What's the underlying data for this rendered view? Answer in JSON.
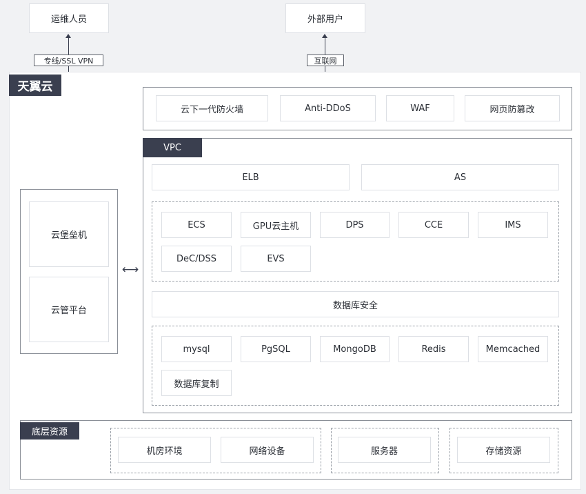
{
  "top_nodes": {
    "ops": "运维人员",
    "users": "外部用户"
  },
  "connections": {
    "vpn": "专线/SSL VPN",
    "internet": "互联网",
    "bidirectional": "⟷"
  },
  "cloud": {
    "title": "天翼云"
  },
  "edge_security": [
    "云下一代防火墙",
    "Anti-DDoS",
    "WAF",
    "网页防篡改"
  ],
  "management": [
    "云堡垒机",
    "云管平台"
  ],
  "vpc": {
    "title": "VPC",
    "lb": [
      "ELB",
      "AS"
    ],
    "compute": [
      "ECS",
      "GPU云主机",
      "DPS",
      "CCE",
      "IMS",
      "DeC/DSS",
      "EVS"
    ],
    "db_security": "数据库安全",
    "databases": [
      "mysql",
      "PgSQL",
      "MongoDB",
      "Redis",
      "Memcached",
      "数据库复制"
    ]
  },
  "infra": {
    "title": "底层资源",
    "group1": [
      "机房环境",
      "网络设备"
    ],
    "group2": [
      "服务器"
    ],
    "group3": [
      "存储资源"
    ]
  }
}
